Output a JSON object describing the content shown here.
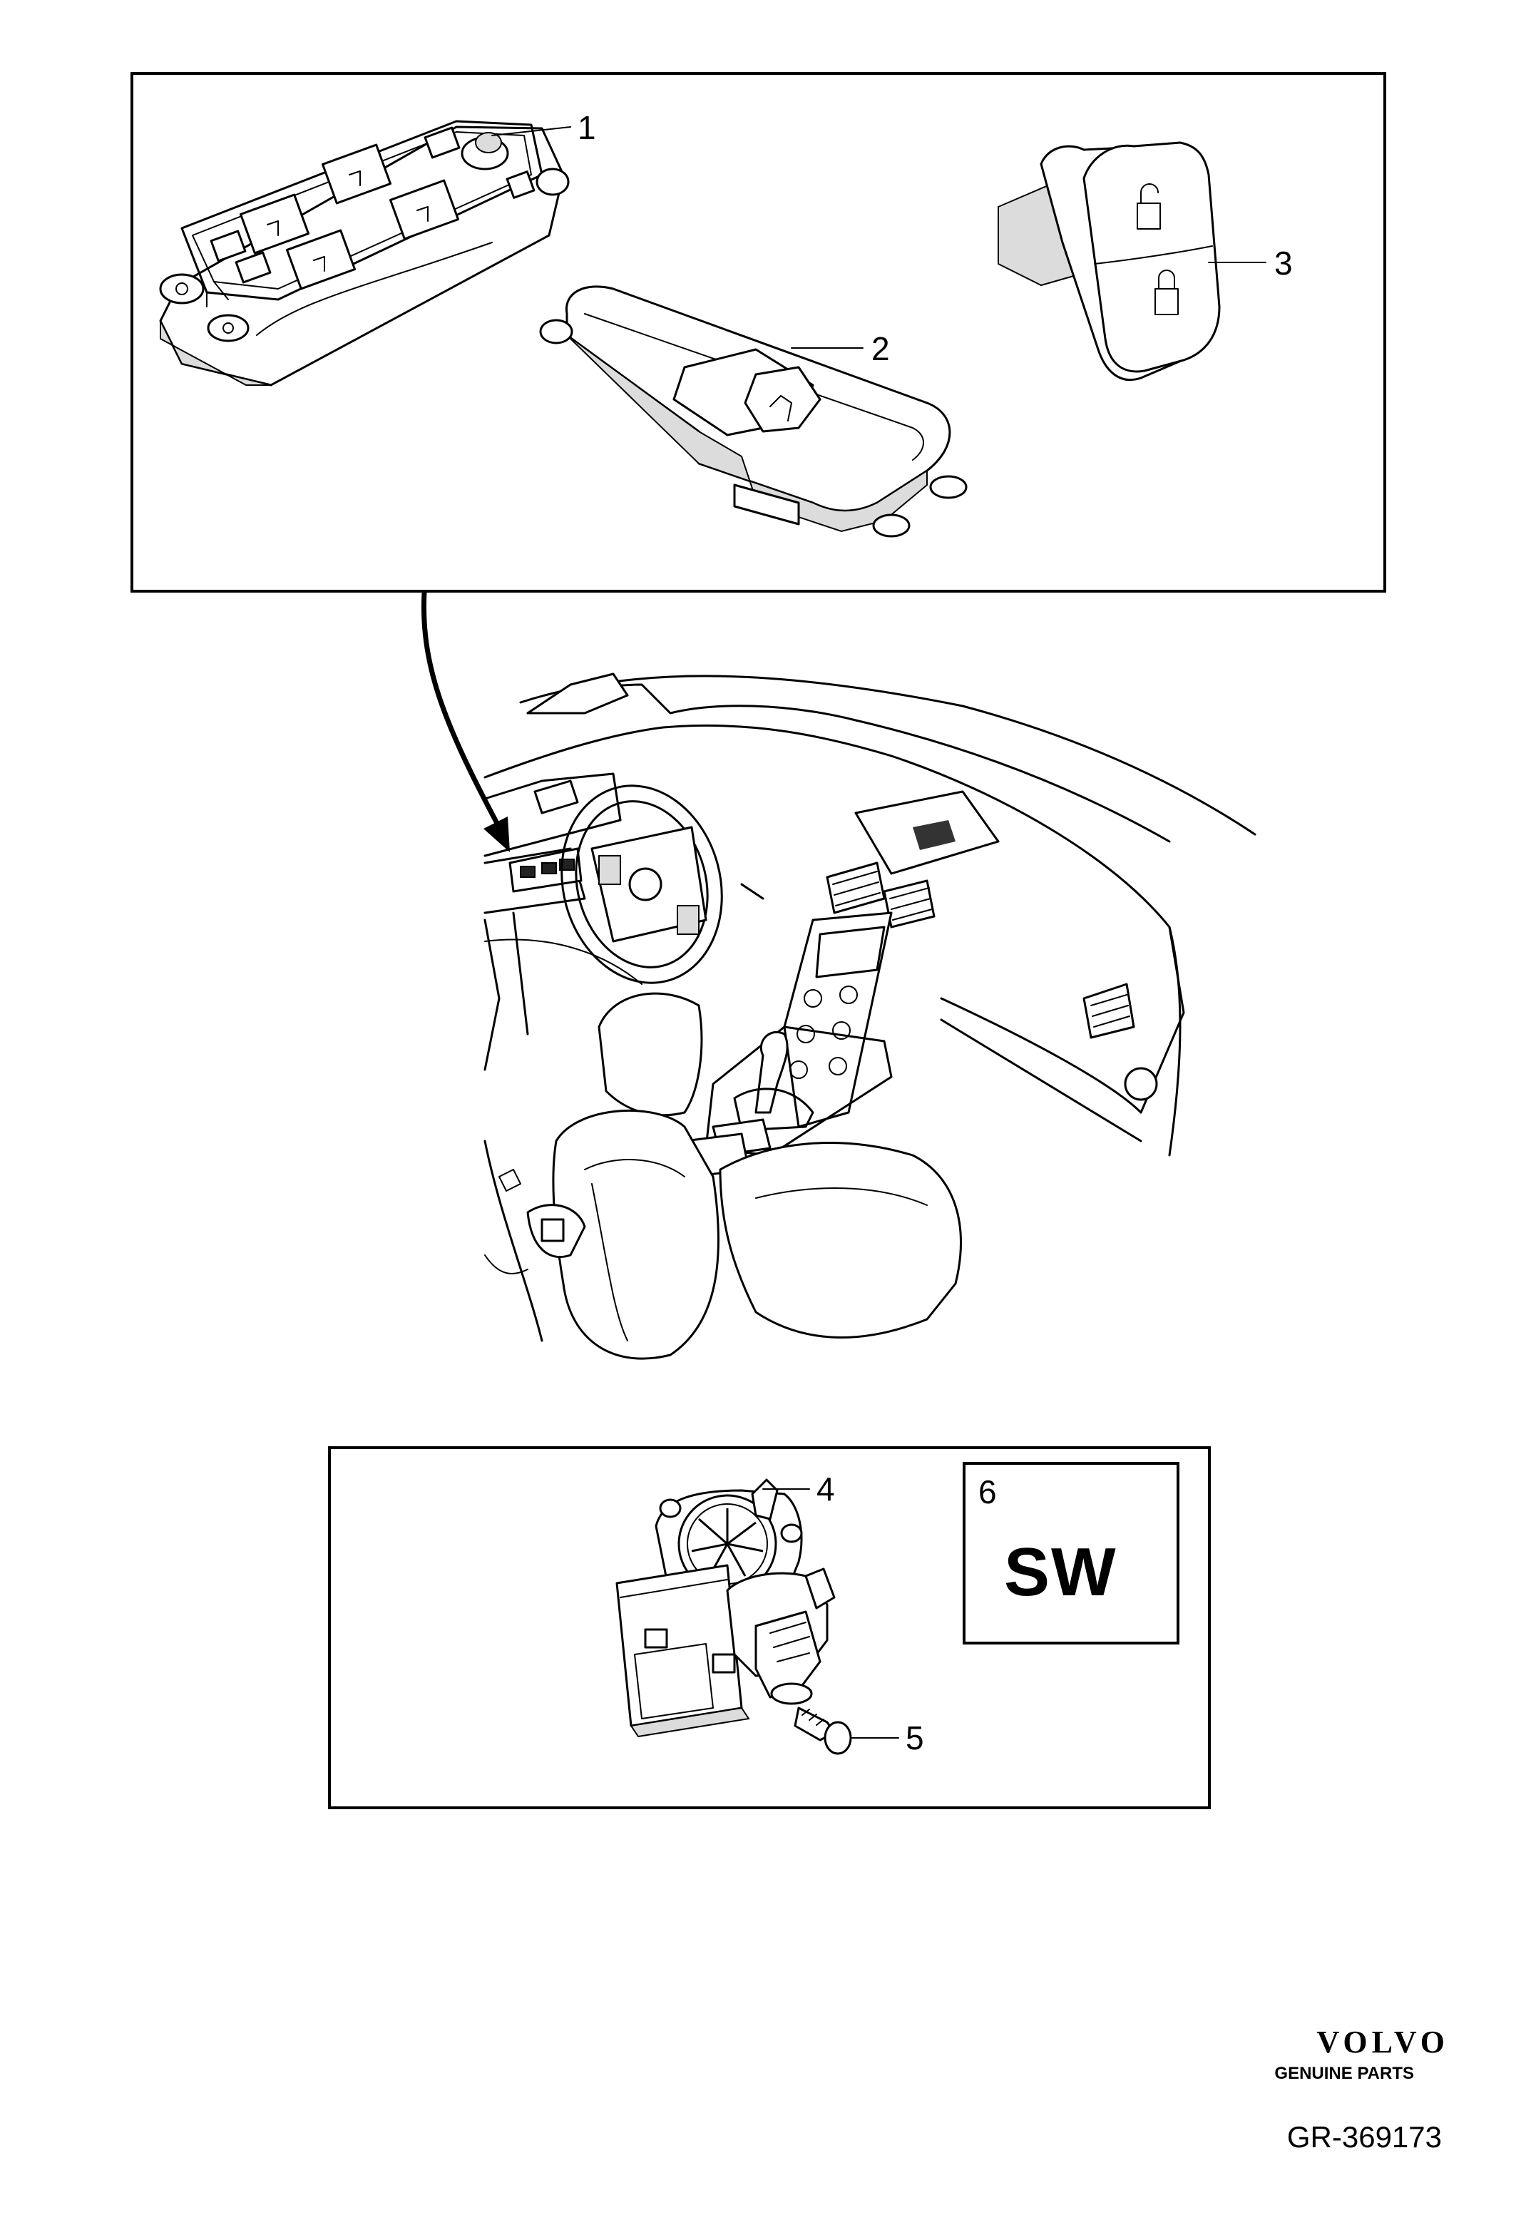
{
  "callouts": [
    "1",
    "2",
    "3",
    "4",
    "5",
    "6"
  ],
  "software_label": "SW",
  "brand": {
    "name": "VOLVO",
    "tagline": "GENUINE PARTS"
  },
  "figure_id": "GR-369173"
}
